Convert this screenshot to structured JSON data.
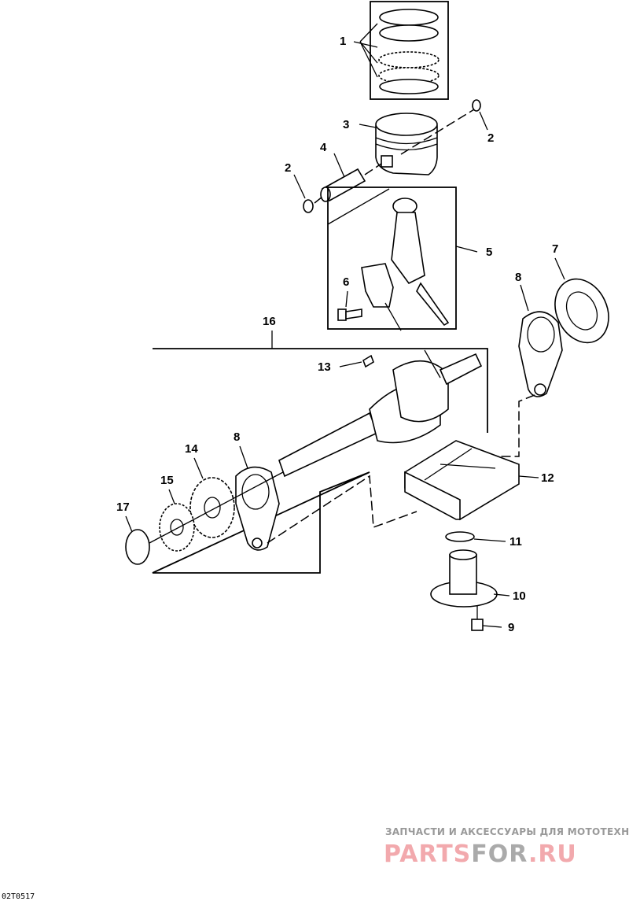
{
  "diagram_code": "02T0517",
  "watermark": {
    "tagline": "ЗАПЧАСТИ И АКСЕССУАРЫ ДЛЯ МОТОТЕХНИКИ",
    "brand_part1": "PARTS",
    "brand_part2": "FOR",
    "brand_part3": ".RU"
  },
  "callouts": {
    "piston_rings": "1",
    "snap_ring_right": "2",
    "piston": "3",
    "piston_pin": "4",
    "snap_ring_left": "2",
    "connecting_rod": "5",
    "rod_bolt": "6",
    "shim_right": "7",
    "bearing_plate_right": "8",
    "crankshaft_assembly": "16",
    "key": "13",
    "gear_14": "14",
    "bearing_plate_left": "8",
    "gear_15": "15",
    "washer_17": "17",
    "crankcase_block": "12",
    "o_ring": "11",
    "flange": "10",
    "bolt": "9"
  }
}
